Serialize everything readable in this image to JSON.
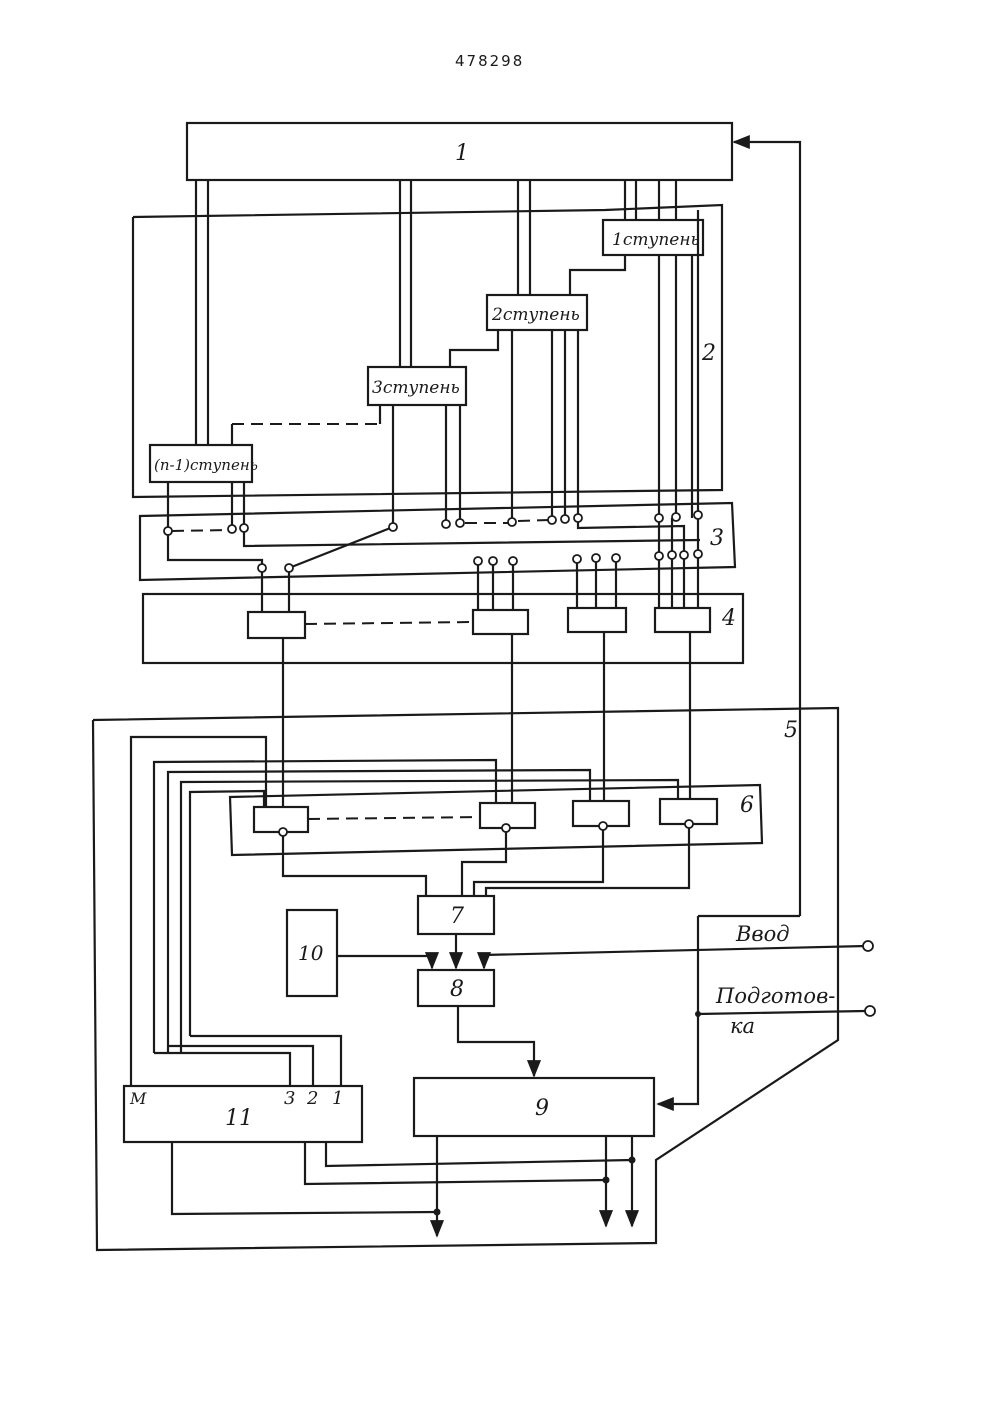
{
  "document": {
    "number": "478298"
  },
  "blocks": {
    "b1": "1",
    "b2": "2",
    "b3": "3",
    "b4": "4",
    "b5": "5",
    "b6": "6",
    "b7": "7",
    "b8": "8",
    "b9": "9",
    "b10": "10",
    "b11": "11"
  },
  "stages": {
    "s1": "1ступень",
    "s2": "2ступень",
    "s3": "3ступень",
    "sn": "(n-1)ступень"
  },
  "block11_inputs": {
    "m": "M",
    "i3": "3",
    "i2": "2",
    "i1": "1"
  },
  "terminals": {
    "input": "Ввод",
    "prep_line1": "Подготов-",
    "prep_line2": "ка"
  }
}
